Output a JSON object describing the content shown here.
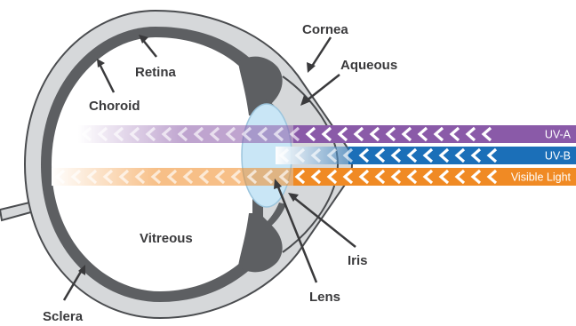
{
  "diagram": {
    "labels": {
      "cornea": "Cornea",
      "aqueous": "Aqueous",
      "retina": "Retina",
      "choroid": "Choroid",
      "vitreous": "Vitreous",
      "iris": "Iris",
      "lens": "Lens",
      "sclera": "Sclera"
    },
    "bands": [
      {
        "key": "uva",
        "label": "UV-A",
        "color": "#8a5aa8"
      },
      {
        "key": "uvb",
        "label": "UV-B",
        "color": "#1b6fb8"
      },
      {
        "key": "visible",
        "label": "Visible Light",
        "color": "#f08a24"
      }
    ],
    "colors": {
      "sclera": "#d6d8da",
      "choroid": "#5d5f62",
      "outline": "#4a4c4f",
      "lens": "#c9e6f6",
      "label_text": "#3a3a3c"
    }
  }
}
